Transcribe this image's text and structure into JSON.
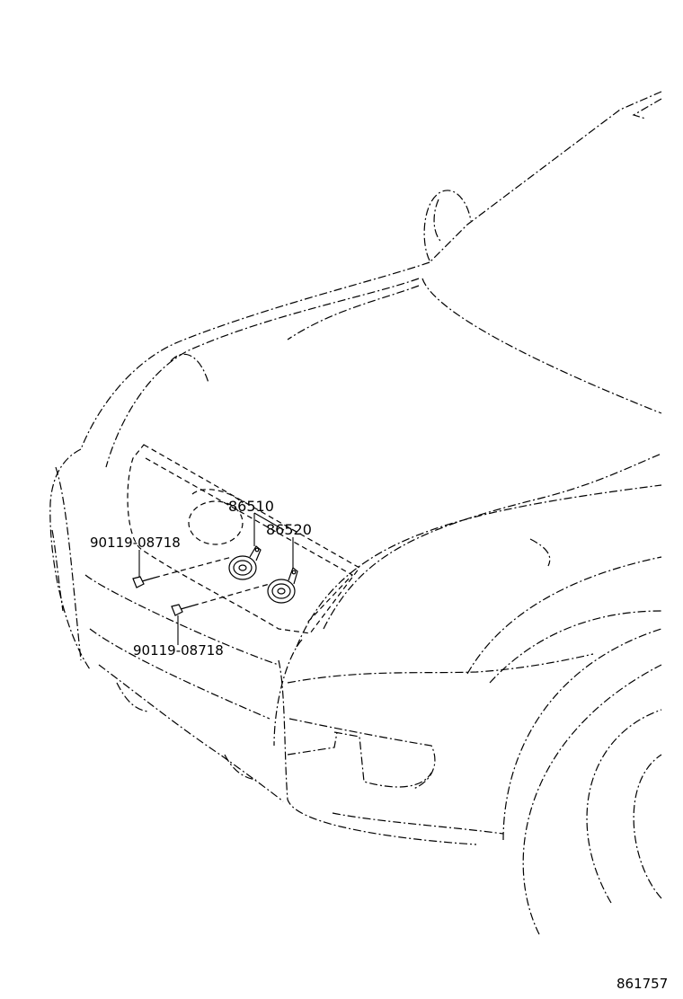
{
  "diagram": {
    "parts": [
      {
        "id": "p1",
        "number": "86510",
        "icon": "horn-icon"
      },
      {
        "id": "p2",
        "number": "86520",
        "icon": "horn-icon"
      },
      {
        "id": "p3",
        "number": "90119-08718",
        "icon": "bolt-icon"
      },
      {
        "id": "p4",
        "number": "90119-08718",
        "icon": "bolt-icon"
      }
    ],
    "figure_code": "861757"
  }
}
